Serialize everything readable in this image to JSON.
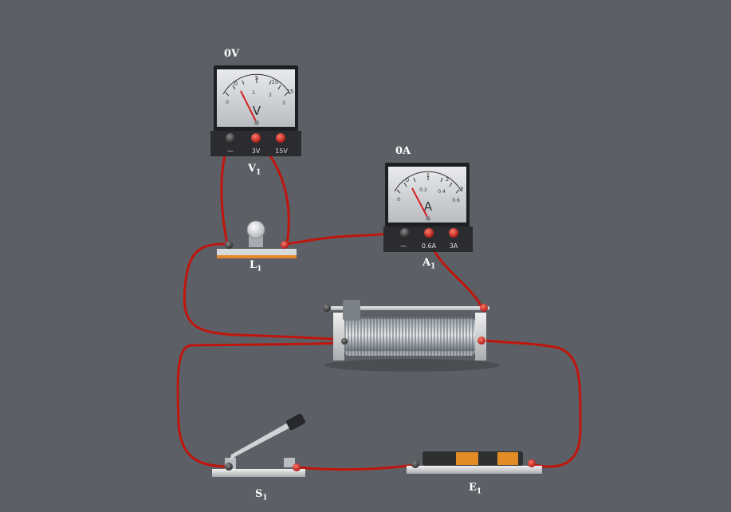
{
  "voltmeter": {
    "reading": "0V",
    "label": "V",
    "label_sub": "1",
    "unit_symbol": "V",
    "terminals": [
      "—",
      "3V",
      "15V"
    ],
    "scale_top": [
      "0",
      "5",
      "10",
      "15"
    ],
    "scale_bottom": [
      "0",
      "1",
      "2",
      "3"
    ]
  },
  "ammeter": {
    "reading": "0A",
    "label": "A",
    "label_sub": "1",
    "unit_symbol": "A",
    "terminals": [
      "—",
      "0.6A",
      "3A"
    ],
    "scale_top": [
      "0",
      "1",
      "2",
      "3"
    ],
    "scale_bottom": [
      "0",
      "0.2",
      "0.4",
      "0.6"
    ]
  },
  "lamp": {
    "label": "L",
    "label_sub": "1"
  },
  "switch": {
    "label": "S",
    "label_sub": "1"
  },
  "battery": {
    "label": "E",
    "label_sub": "1"
  },
  "colors": {
    "background": "#5c6066",
    "wire": "#c0150c",
    "needle": "#d42020",
    "terminal_red": "#d51d1d"
  }
}
